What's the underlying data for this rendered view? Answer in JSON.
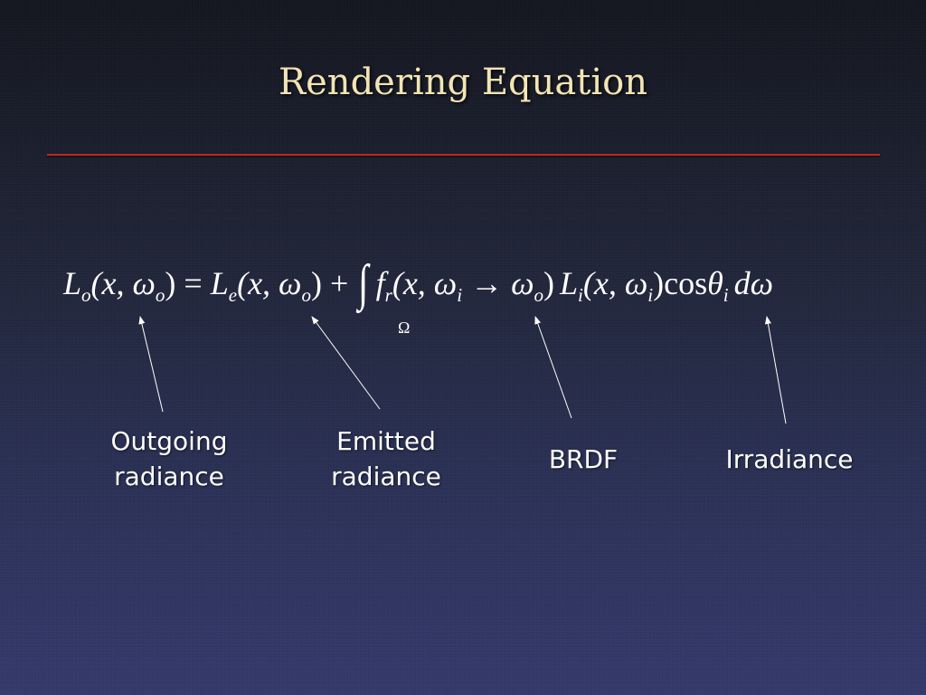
{
  "slide": {
    "title": "Rendering Equation",
    "equation": {
      "L": "L",
      "o": "o",
      "e": "e",
      "i": "i",
      "r": "r",
      "x_omega_open": "(x, ω",
      "close": ")",
      "equals": " = ",
      "plus": " + ",
      "integral": "∫",
      "f": "f",
      "arrow": " → ω",
      "cos": "cos",
      "theta": "θ",
      "d_omega": "dω",
      "domain": "Ω"
    },
    "labels": [
      {
        "line1": "Outgoing",
        "line2": "radiance"
      },
      {
        "line1": "Emitted",
        "line2": "radiance"
      },
      {
        "line1": "BRDF",
        "line2": ""
      },
      {
        "line1": "Irradiance",
        "line2": ""
      }
    ]
  },
  "colors": {
    "title": "#f3e4b4",
    "rule": "#c0261e",
    "text": "#ffffff",
    "background_top": "#14161f",
    "background_bottom": "#34396a"
  }
}
